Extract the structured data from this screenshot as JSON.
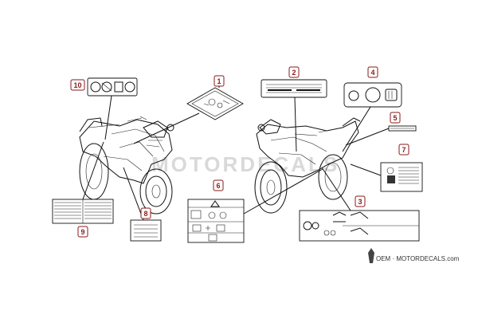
{
  "diagram": {
    "callouts": [
      "1",
      "2",
      "3",
      "4",
      "5",
      "6",
      "7",
      "8",
      "9",
      "10"
    ],
    "watermark_text": "MOTORDECALS",
    "brand_text": "OEM · MOTORDECALS.com"
  },
  "colors": {
    "callout_border": "#8b1a1a",
    "callout_text": "#8b1a1a",
    "line": "#111111",
    "watermark": "#d9d9d9"
  }
}
